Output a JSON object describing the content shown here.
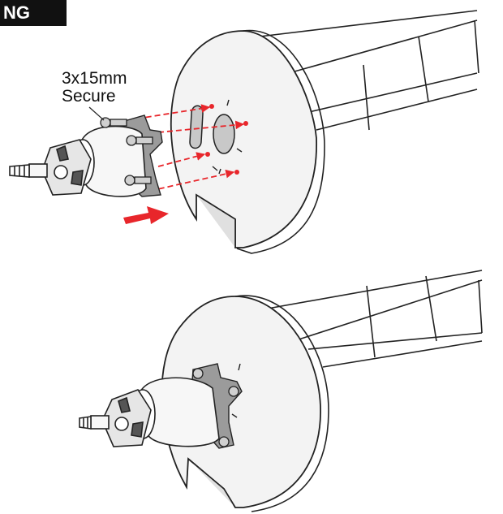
{
  "header": {
    "tab_label": "NG"
  },
  "callout": {
    "line1": "3x15mm",
    "line2": "Secure"
  },
  "colors": {
    "accent": "#e8262b",
    "outline": "#222222",
    "fill": "#f2f2f2"
  }
}
